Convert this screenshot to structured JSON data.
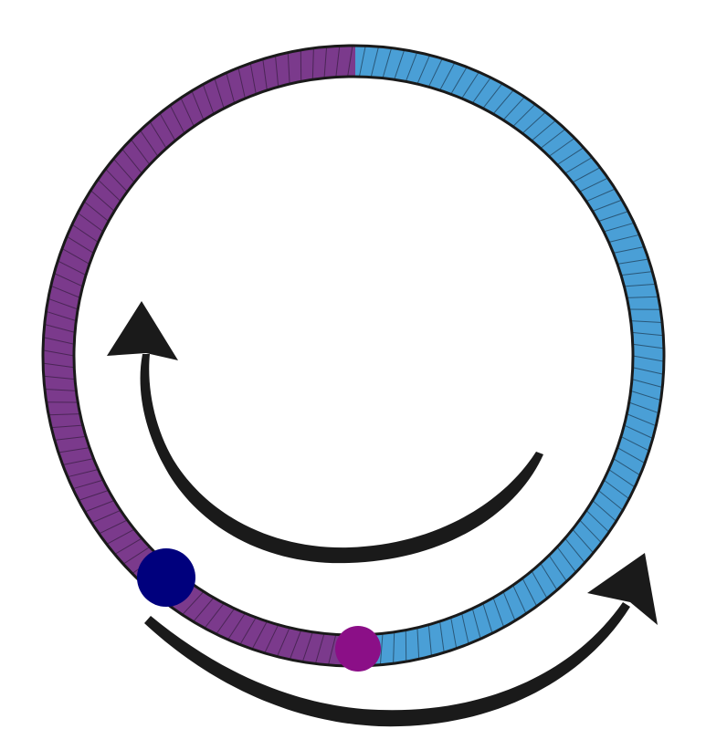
{
  "diagram": {
    "ring": {
      "segments": [
        {
          "name": "purple-segment",
          "color": "#7b3a8c",
          "stripe_color": "#3a1f44"
        },
        {
          "name": "blue-segment",
          "color": "#4a9fd6",
          "stripe_color": "#1f3f59"
        }
      ],
      "outline_color": "#1a1a1a"
    },
    "markers": [
      {
        "name": "navy-dot-marker",
        "color": "#00007d"
      },
      {
        "name": "magenta-dot-marker",
        "color": "#8b0f87"
      }
    ],
    "arrows": [
      {
        "name": "inner-counterclockwise-arrow",
        "direction": "counterclockwise",
        "color": "#1a1a1a"
      },
      {
        "name": "outer-clockwise-arrow",
        "direction": "clockwise",
        "color": "#1a1a1a"
      }
    ]
  }
}
